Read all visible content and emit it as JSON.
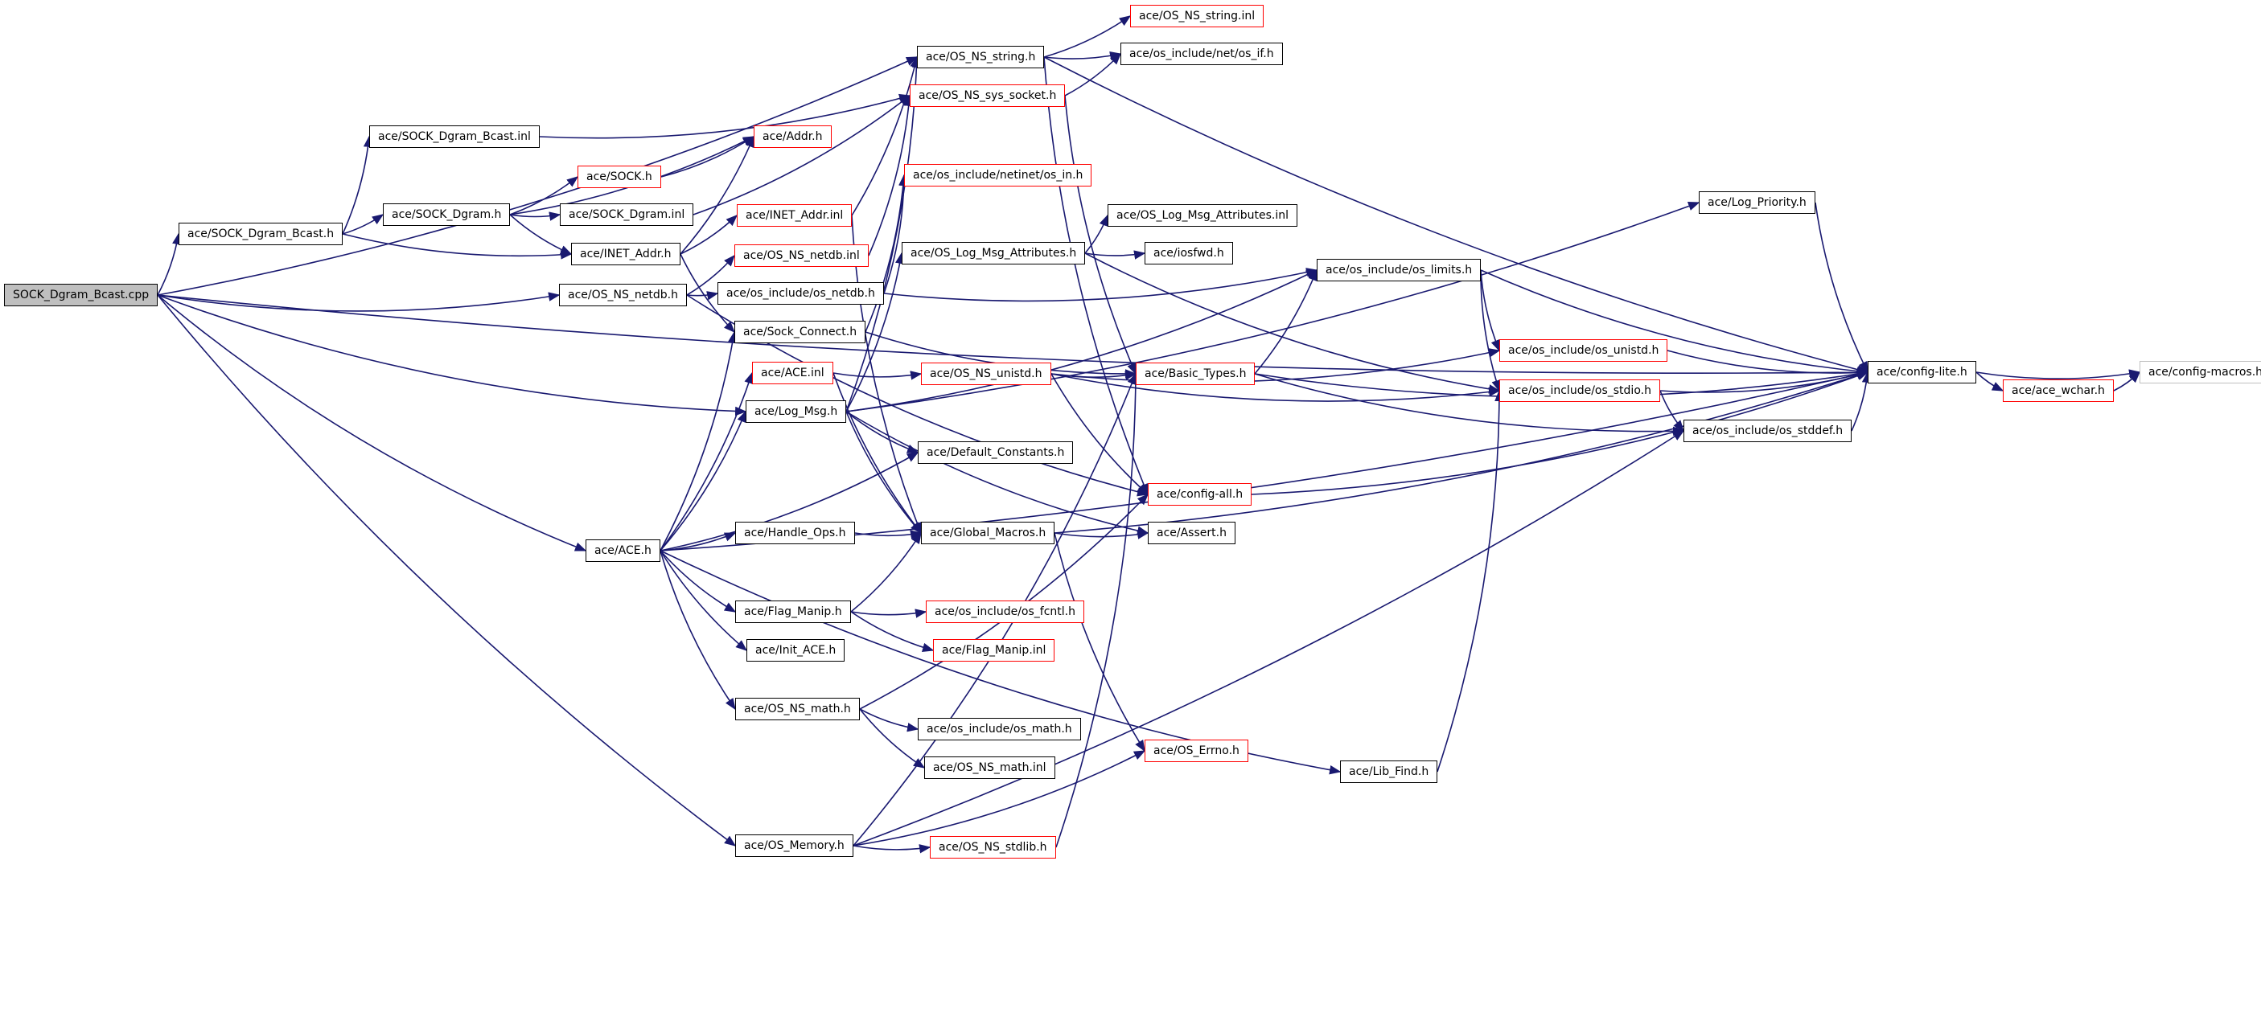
{
  "nodes": [
    {
      "id": "root",
      "label": "SOCK_Dgram_Bcast.cpp",
      "style": "root"
    },
    {
      "id": "sdb",
      "label": "ace/SOCK_Dgram_Bcast.h",
      "style": "normal"
    },
    {
      "id": "sdbinl",
      "label": "ace/SOCK_Dgram_Bcast.inl",
      "style": "normal"
    },
    {
      "id": "sd",
      "label": "ace/SOCK_Dgram.h",
      "style": "normal"
    },
    {
      "id": "sock",
      "label": "ace/SOCK.h",
      "style": "linked"
    },
    {
      "id": "sdinl",
      "label": "ace/SOCK_Dgram.inl",
      "style": "normal"
    },
    {
      "id": "inet",
      "label": "ace/INET_Addr.h",
      "style": "normal"
    },
    {
      "id": "inetinl",
      "label": "ace/INET_Addr.inl",
      "style": "linked"
    },
    {
      "id": "addr",
      "label": "ace/Addr.h",
      "style": "linked"
    },
    {
      "id": "osnetdbinl",
      "label": "ace/OS_NS_netdb.inl",
      "style": "linked"
    },
    {
      "id": "osnetdb",
      "label": "ace/OS_NS_netdb.h",
      "style": "normal"
    },
    {
      "id": "incnetdb",
      "label": "ace/os_include/os_netdb.h",
      "style": "normal"
    },
    {
      "id": "sockconn",
      "label": "ace/Sock_Connect.h",
      "style": "normal"
    },
    {
      "id": "aceinl",
      "label": "ace/ACE.inl",
      "style": "linked"
    },
    {
      "id": "logmsg",
      "label": "ace/Log_Msg.h",
      "style": "normal"
    },
    {
      "id": "ace",
      "label": "ace/ACE.h",
      "style": "normal"
    },
    {
      "id": "handle",
      "label": "ace/Handle_Ops.h",
      "style": "normal"
    },
    {
      "id": "flag",
      "label": "ace/Flag_Manip.h",
      "style": "normal"
    },
    {
      "id": "initace",
      "label": "ace/Init_ACE.h",
      "style": "normal"
    },
    {
      "id": "osmath",
      "label": "ace/OS_NS_math.h",
      "style": "normal"
    },
    {
      "id": "osmem",
      "label": "ace/OS_Memory.h",
      "style": "normal"
    },
    {
      "id": "osstring",
      "label": "ace/OS_NS_string.h",
      "style": "normal"
    },
    {
      "id": "osstringinl",
      "label": "ace/OS_NS_string.inl",
      "style": "linked"
    },
    {
      "id": "osif",
      "label": "ace/os_include/net/os_if.h",
      "style": "normal"
    },
    {
      "id": "sockets",
      "label": "ace/OS_NS_sys_socket.h",
      "style": "linked"
    },
    {
      "id": "osin",
      "label": "ace/os_include/netinet/os_in.h",
      "style": "linked"
    },
    {
      "id": "lmattr",
      "label": "ace/OS_Log_Msg_Attributes.h",
      "style": "normal"
    },
    {
      "id": "lmattrinl",
      "label": "ace/OS_Log_Msg_Attributes.inl",
      "style": "normal"
    },
    {
      "id": "iosfwd",
      "label": "ace/iosfwd.h",
      "style": "normal"
    },
    {
      "id": "unistd",
      "label": "ace/OS_NS_unistd.h",
      "style": "linked"
    },
    {
      "id": "defconst",
      "label": "ace/Default_Constants.h",
      "style": "normal"
    },
    {
      "id": "globmac",
      "label": "ace/Global_Macros.h",
      "style": "normal"
    },
    {
      "id": "fcntl",
      "label": "ace/os_include/os_fcntl.h",
      "style": "linked"
    },
    {
      "id": "flaginl",
      "label": "ace/Flag_Manip.inl",
      "style": "linked"
    },
    {
      "id": "incmath",
      "label": "ace/os_include/os_math.h",
      "style": "normal"
    },
    {
      "id": "mathinl",
      "label": "ace/OS_NS_math.inl",
      "style": "normal"
    },
    {
      "id": "stdlib",
      "label": "ace/OS_NS_stdlib.h",
      "style": "linked"
    },
    {
      "id": "logprio",
      "label": "ace/Log_Priority.h",
      "style": "normal"
    },
    {
      "id": "limits",
      "label": "ace/os_include/os_limits.h",
      "style": "normal"
    },
    {
      "id": "basictypes",
      "label": "ace/Basic_Types.h",
      "style": "linked"
    },
    {
      "id": "configall",
      "label": "ace/config-all.h",
      "style": "linked"
    },
    {
      "id": "assert",
      "label": "ace/Assert.h",
      "style": "normal"
    },
    {
      "id": "errno",
      "label": "ace/OS_Errno.h",
      "style": "linked"
    },
    {
      "id": "incunistd",
      "label": "ace/os_include/os_unistd.h",
      "style": "linked"
    },
    {
      "id": "incstdio",
      "label": "ace/os_include/os_stdio.h",
      "style": "linked"
    },
    {
      "id": "stddef",
      "label": "ace/os_include/os_stddef.h",
      "style": "normal"
    },
    {
      "id": "libfind",
      "label": "ace/Lib_Find.h",
      "style": "normal"
    },
    {
      "id": "configlite",
      "label": "ace/config-lite.h",
      "style": "normal"
    },
    {
      "id": "wchar",
      "label": "ace/ace_wchar.h",
      "style": "linked"
    },
    {
      "id": "configmacros",
      "label": "ace/config-macros.h",
      "style": "unlinked"
    }
  ],
  "edges": [
    [
      "root",
      "sdb"
    ],
    [
      "root",
      "osstring"
    ],
    [
      "root",
      "configlite"
    ],
    [
      "root",
      "osnetdb"
    ],
    [
      "root",
      "logmsg"
    ],
    [
      "root",
      "ace"
    ],
    [
      "root",
      "osmem"
    ],
    [
      "sdb",
      "sdbinl"
    ],
    [
      "sdb",
      "sd"
    ],
    [
      "sdb",
      "inet"
    ],
    [
      "sdbinl",
      "sockets"
    ],
    [
      "sd",
      "addr"
    ],
    [
      "sd",
      "sock"
    ],
    [
      "sd",
      "sdinl"
    ],
    [
      "sd",
      "inet"
    ],
    [
      "sock",
      "addr"
    ],
    [
      "sdinl",
      "sockets"
    ],
    [
      "inet",
      "addr"
    ],
    [
      "inet",
      "inetinl"
    ],
    [
      "inet",
      "sockconn"
    ],
    [
      "inetinl",
      "osstring"
    ],
    [
      "inetinl",
      "globmac"
    ],
    [
      "osnetdb",
      "osnetdbinl"
    ],
    [
      "osnetdb",
      "incnetdb"
    ],
    [
      "osnetdb",
      "configall"
    ],
    [
      "osnetdbinl",
      "sockets"
    ],
    [
      "incnetdb",
      "osin"
    ],
    [
      "incnetdb",
      "limits"
    ],
    [
      "sockconn",
      "osin"
    ],
    [
      "sockconn",
      "basictypes"
    ],
    [
      "aceinl",
      "unistd"
    ],
    [
      "aceinl",
      "globmac"
    ],
    [
      "logmsg",
      "lmattr"
    ],
    [
      "logmsg",
      "defconst"
    ],
    [
      "logmsg",
      "globmac"
    ],
    [
      "logmsg",
      "assert"
    ],
    [
      "logmsg",
      "logprio"
    ],
    [
      "logmsg",
      "limits"
    ],
    [
      "logmsg",
      "osstring"
    ],
    [
      "ace",
      "aceinl"
    ],
    [
      "ace",
      "logmsg"
    ],
    [
      "ace",
      "sockconn"
    ],
    [
      "ace",
      "handle"
    ],
    [
      "ace",
      "flag"
    ],
    [
      "ace",
      "initace"
    ],
    [
      "ace",
      "osmath"
    ],
    [
      "ace",
      "defconst"
    ],
    [
      "ace",
      "configlite"
    ],
    [
      "ace",
      "libfind"
    ],
    [
      "handle",
      "globmac"
    ],
    [
      "flag",
      "globmac"
    ],
    [
      "flag",
      "fcntl"
    ],
    [
      "flag",
      "flaginl"
    ],
    [
      "osmath",
      "incmath"
    ],
    [
      "osmath",
      "mathinl"
    ],
    [
      "osmath",
      "configall"
    ],
    [
      "osmem",
      "stdlib"
    ],
    [
      "osmem",
      "errno"
    ],
    [
      "osmem",
      "stddef"
    ],
    [
      "osmem",
      "basictypes"
    ],
    [
      "osstring",
      "osstringinl"
    ],
    [
      "osstring",
      "osif"
    ],
    [
      "osstring",
      "configlite"
    ],
    [
      "osstring",
      "configall"
    ],
    [
      "sockets",
      "osif"
    ],
    [
      "sockets",
      "basictypes"
    ],
    [
      "lmattr",
      "lmattrinl"
    ],
    [
      "lmattr",
      "iosfwd"
    ],
    [
      "lmattr",
      "incstdio"
    ],
    [
      "unistd",
      "basictypes"
    ],
    [
      "unistd",
      "incunistd"
    ],
    [
      "unistd",
      "incstdio"
    ],
    [
      "unistd",
      "configall"
    ],
    [
      "globmac",
      "configlite"
    ],
    [
      "globmac",
      "assert"
    ],
    [
      "globmac",
      "errno"
    ],
    [
      "stdlib",
      "basictypes"
    ],
    [
      "limits",
      "incunistd"
    ],
    [
      "limits",
      "incstdio"
    ],
    [
      "limits",
      "configlite"
    ],
    [
      "basictypes",
      "limits"
    ],
    [
      "basictypes",
      "configlite"
    ],
    [
      "basictypes",
      "stddef"
    ],
    [
      "configall",
      "configlite"
    ],
    [
      "incunistd",
      "configlite"
    ],
    [
      "incstdio",
      "configlite"
    ],
    [
      "incstdio",
      "stddef"
    ],
    [
      "stddef",
      "configlite"
    ],
    [
      "libfind",
      "incstdio"
    ],
    [
      "logprio",
      "configlite"
    ],
    [
      "configlite",
      "wchar"
    ],
    [
      "configlite",
      "configmacros"
    ],
    [
      "wchar",
      "configmacros"
    ]
  ]
}
